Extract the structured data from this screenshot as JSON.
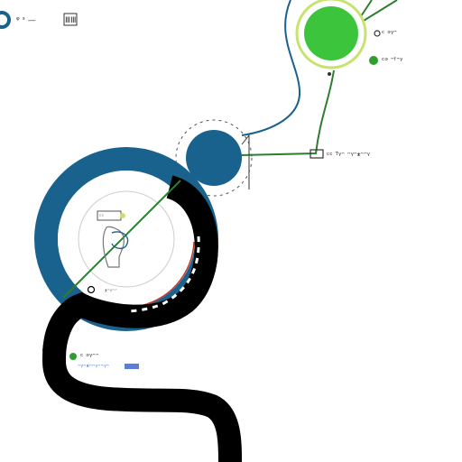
{
  "header": {
    "title": "ᵠ ᵌ —",
    "badge": "ⅢⅢ"
  },
  "nodes": {
    "top_right": {
      "label": "ᶜ ᵊᵞᵔ"
    },
    "green_dot_label": {
      "label": "ᶜᵊ ᵔᶠᵔᵞ"
    },
    "mid_right": {
      "label": "ᶜᶜ ᵀᵞᵔ ᵔᵞᵔᵜᵔᵔᵞ"
    },
    "ring_center": {
      "label": "ᶜᶜ"
    },
    "ring_bottom": {
      "label": "ᵜᵔᵞᵔᵔ"
    },
    "bottom_left": {
      "title": "ᶜ ᵊᵞᵔᵔ",
      "subtitle": "ᵔᵞᵔᵜᵔᵔᵞᵔᵔᵞᵔ"
    }
  },
  "colors": {
    "teal": "#1a628e",
    "green": "#3dc43d",
    "dark_green": "#2e7d32",
    "black": "#000000",
    "red": "#c0392b",
    "gray": "#9e9e9e",
    "light_blue": "#5b7fd6",
    "yellow_green": "#c6e36b"
  },
  "icons": {
    "logo": "ring-logo-icon",
    "connector": "flow-path-icon"
  }
}
